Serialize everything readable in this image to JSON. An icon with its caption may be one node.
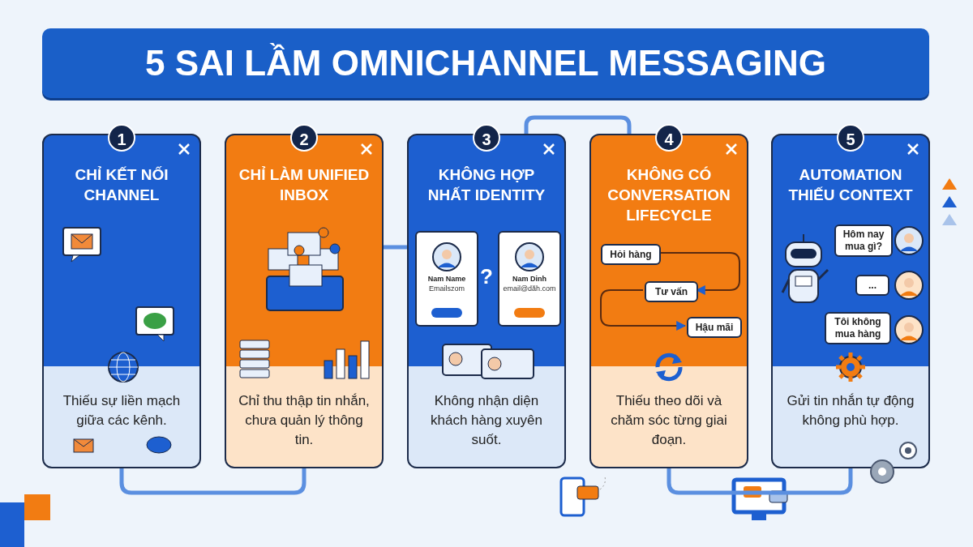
{
  "diagram": {
    "title": "5 SAI LẦM OMNICHANNEL MESSAGING",
    "nodes": [
      {
        "text": [
          "1",
          "CHỈ KẾT NỐI CHANNEL",
          "Thiếu sự liền mạch giữa các kênh."
        ]
      },
      {
        "text": [
          "2",
          "CHỈ LÀM UNIFIED INBOX",
          "Chỉ thu thập tin nhắn, chưa quản lý thông tin."
        ]
      },
      {
        "text": [
          "3",
          "KHÔNG HỢP NHẤT IDENTITY",
          "Không nhận diện khách hàng xuyên suốt."
        ]
      },
      {
        "text": [
          "Nam Name",
          "Emailszom"
        ],
        "in": 2
      },
      {
        "text": [
          "Nam Dinh",
          "email@dăh.com"
        ],
        "in": 2
      },
      {
        "text": [
          "4",
          "KHÔNG CÓ CONVERSATION LIFECYCLE",
          "Thiếu theo dõi và chăm sóc từng giai đoạn."
        ]
      },
      {
        "text": [
          "Hỏi hàng"
        ],
        "in": 5
      },
      {
        "text": [
          "Tư vấn"
        ],
        "in": 5
      },
      {
        "text": [
          "Hậu mãi"
        ],
        "in": 5
      },
      {
        "text": [
          "5",
          "AUTOMATION THIẾU CONTEXT",
          "Gửi tin nhắn tự động không phù hợp."
        ]
      },
      {
        "text": [
          "Hôm nay mua gì?"
        ],
        "in": 9
      },
      {
        "text": [
          "..."
        ],
        "in": 9
      },
      {
        "text": [
          "Tôi không mua hàng"
        ],
        "in": 9
      }
    ],
    "edges": [
      {
        "from": 0,
        "to": 1,
        "arrow": "none"
      },
      {
        "from": 1,
        "to": 2,
        "arrow": "none"
      },
      {
        "from": 2,
        "to": 5,
        "arrow": "none"
      },
      {
        "from": 5,
        "to": 9,
        "arrow": "none"
      },
      {
        "from": 6,
        "to": 7,
        "arrow": "to",
        "color": "#5a2a10"
      },
      {
        "from": 7,
        "to": 8,
        "arrow": "to",
        "color": "#5a2a10"
      }
    ],
    "labels": [
      "?"
    ]
  }
}
